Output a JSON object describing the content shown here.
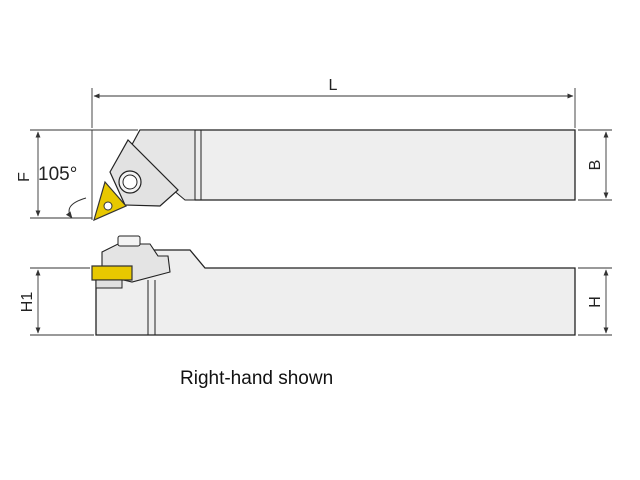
{
  "dimensions": {
    "length": "L",
    "width": "B",
    "height": "H",
    "shank_height": "H1",
    "offset": "F",
    "angle": "105°"
  },
  "caption": "Right-hand shown",
  "colors": {
    "body_fill": "#eeeeee",
    "outline": "#222222",
    "insert": "#e8c800",
    "dimension_line": "#333333"
  }
}
